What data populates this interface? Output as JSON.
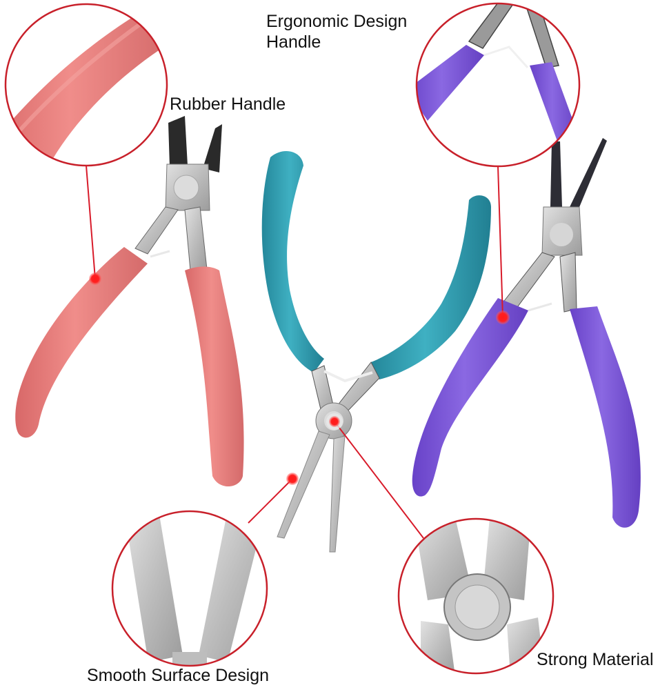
{
  "infographic": {
    "subject": "Jewelry pliers set",
    "background_color": "#ffffff",
    "accent_color": "#d81b2a",
    "callouts": [
      {
        "id": "rubber",
        "label": "Rubber Handle",
        "target": "pink side-cutter handle"
      },
      {
        "id": "ergonomic",
        "label_line1": "Ergonomic Design",
        "label_line2": "Handle",
        "target": "purple round-nose handle"
      },
      {
        "id": "smooth",
        "label": "Smooth Surface Design",
        "target": "teal chain-nose jaw"
      },
      {
        "id": "strong",
        "label": "Strong Material",
        "target": "teal chain-nose joint"
      }
    ],
    "tools": [
      {
        "name": "side-cutter-pliers",
        "handle_color": "#e98080"
      },
      {
        "name": "chain-nose-pliers",
        "handle_color": "#2f9db0"
      },
      {
        "name": "round-nose-pliers",
        "handle_color": "#7b55d6"
      }
    ]
  }
}
